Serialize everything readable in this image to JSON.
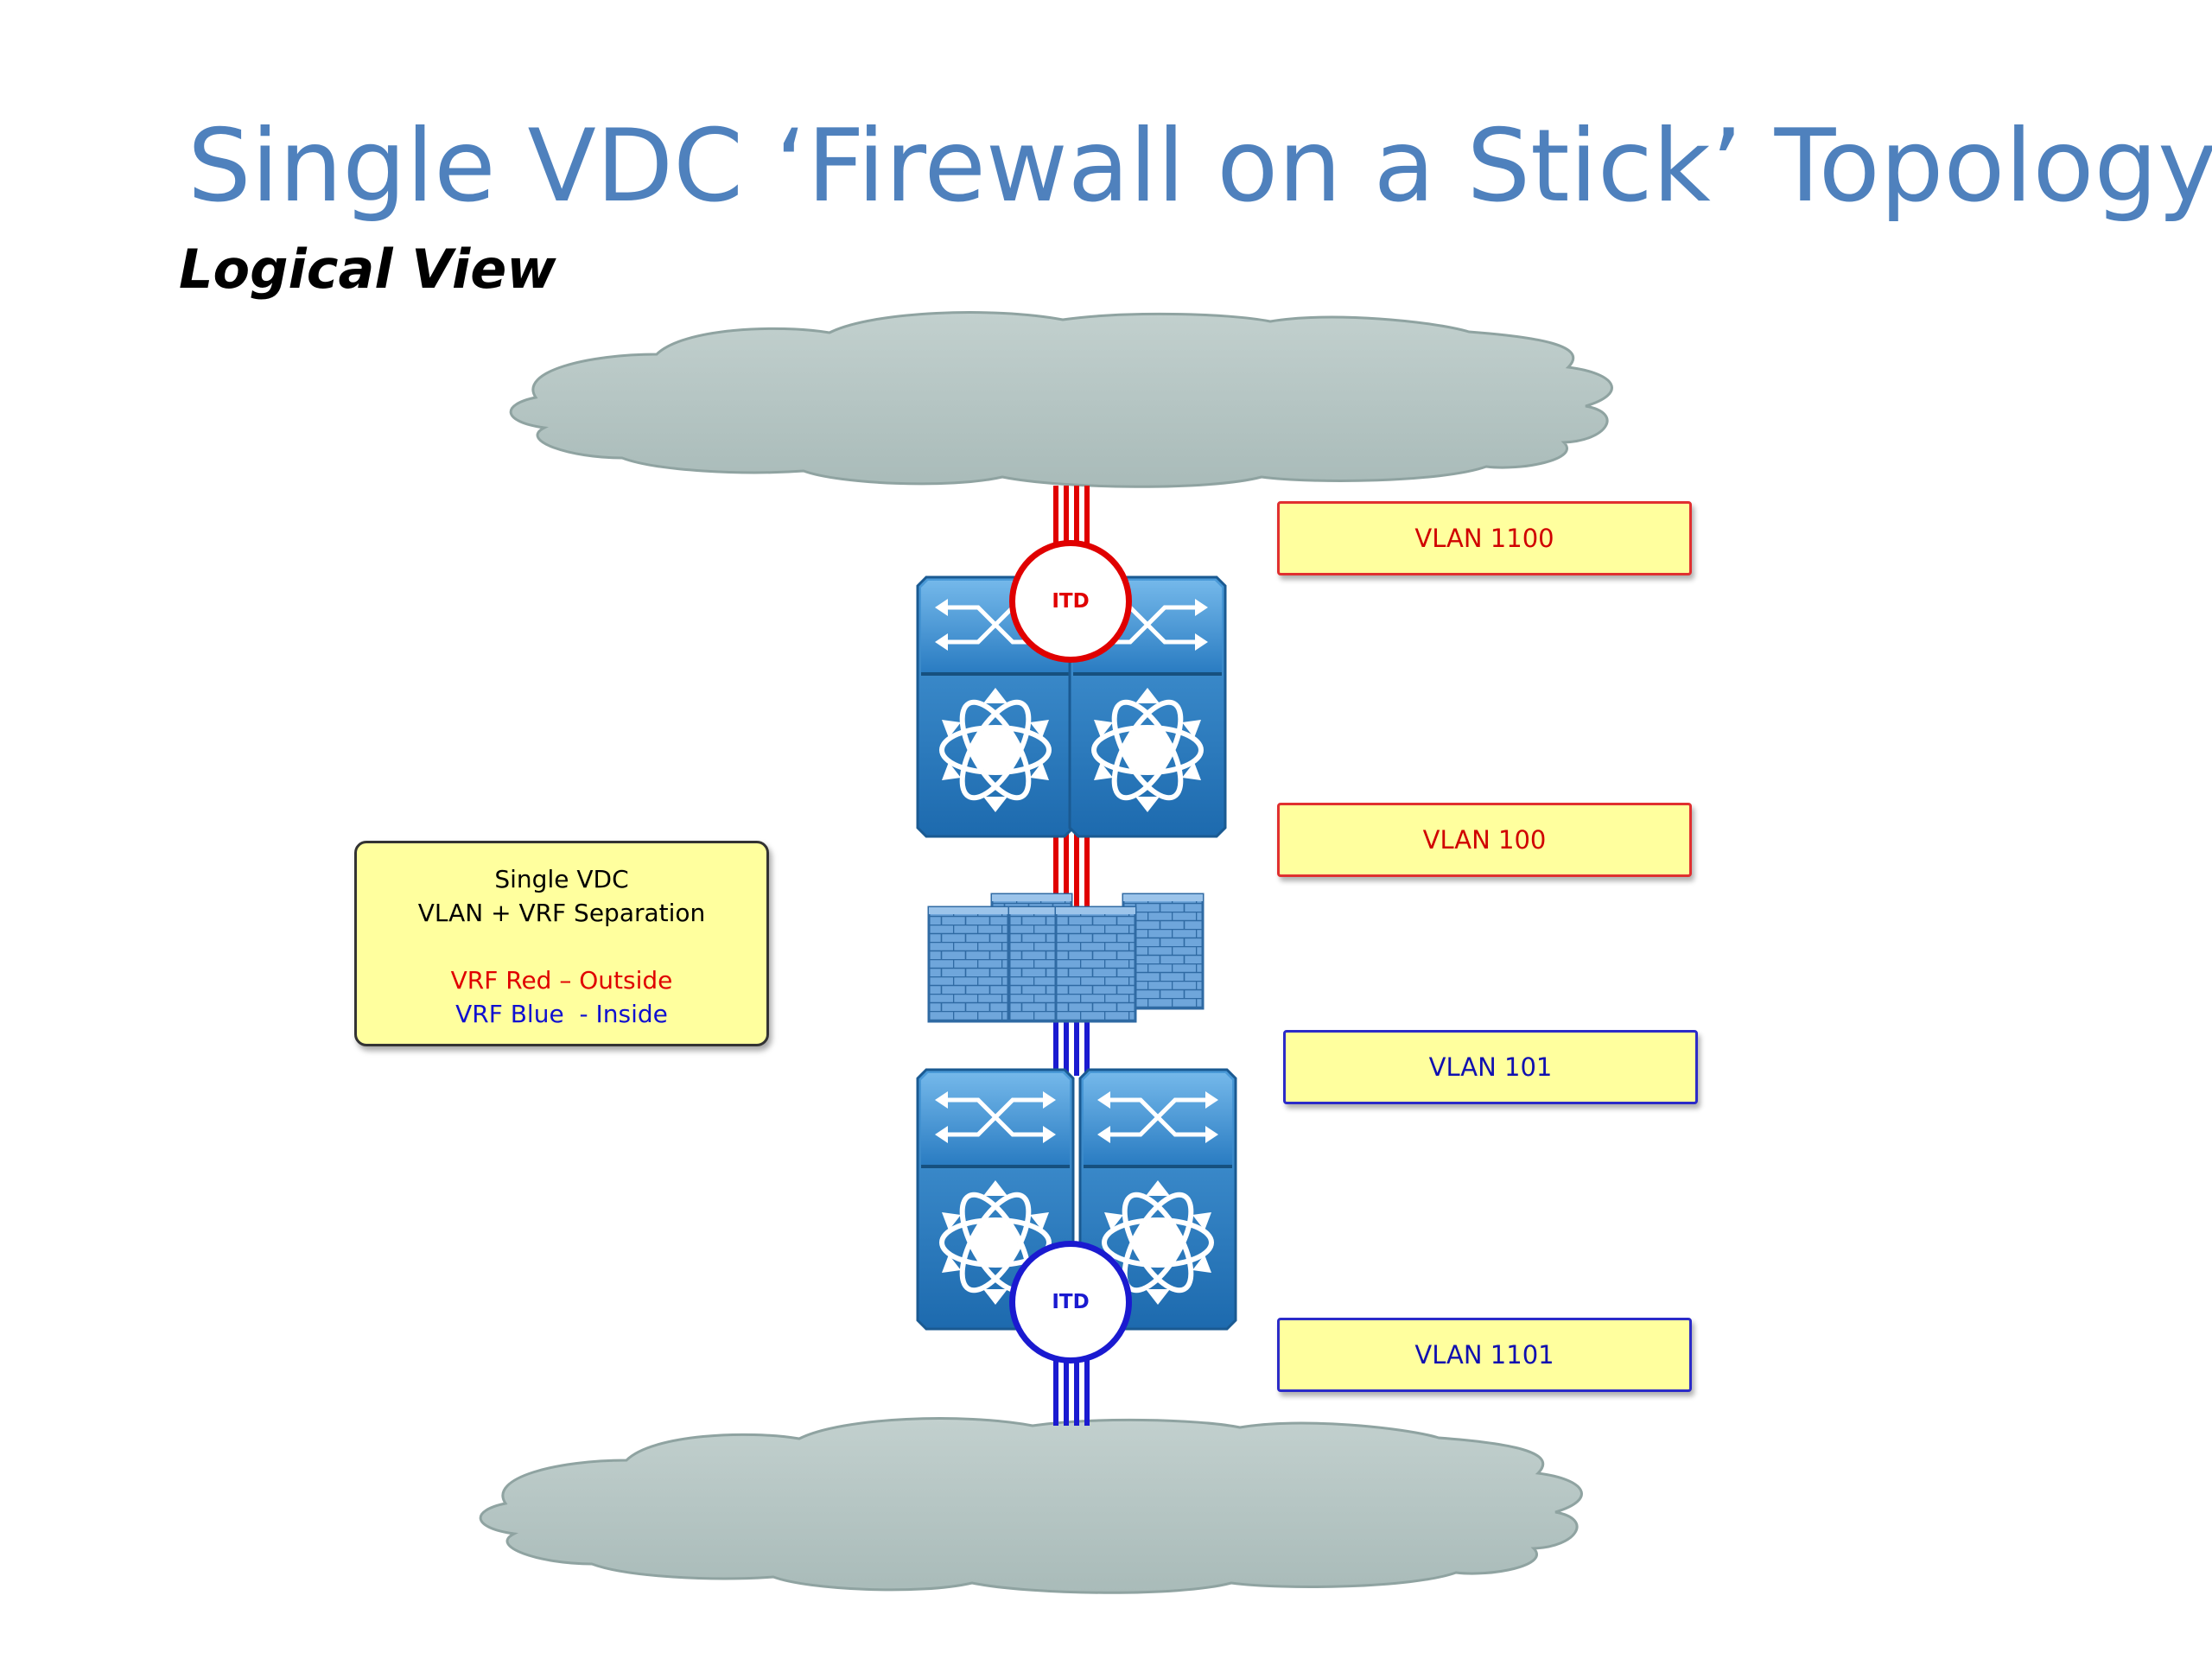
{
  "slide": {
    "title": "Single VDC ‘Firewall on a Stick’ Topology",
    "subtitle": "Logical View"
  },
  "vlans": [
    {
      "label": "VLAN 1100",
      "vrf": "red"
    },
    {
      "label": "VLAN 100",
      "vrf": "red"
    },
    {
      "label": "VLAN 101",
      "vrf": "blue"
    },
    {
      "label": "VLAN 1101",
      "vrf": "blue"
    }
  ],
  "itd": {
    "top_label": "ITD",
    "bottom_label": "ITD"
  },
  "legend": {
    "line1": "Single VDC",
    "line2": "VLAN + VRF Separation",
    "red_line": "VRF Red – Outside",
    "blue_line": "VRF Blue  - Inside"
  },
  "colors": {
    "title": "#4f81bd",
    "vrf_red": "#e00000",
    "vrf_blue": "#1a1ad0",
    "cloud": "#b7c7c5",
    "label_fill": "#ffff9e",
    "switch_blue": "#3a8fd0"
  },
  "icons": [
    "cloud-icon",
    "nexus-switch-icon",
    "firewall-icon"
  ]
}
